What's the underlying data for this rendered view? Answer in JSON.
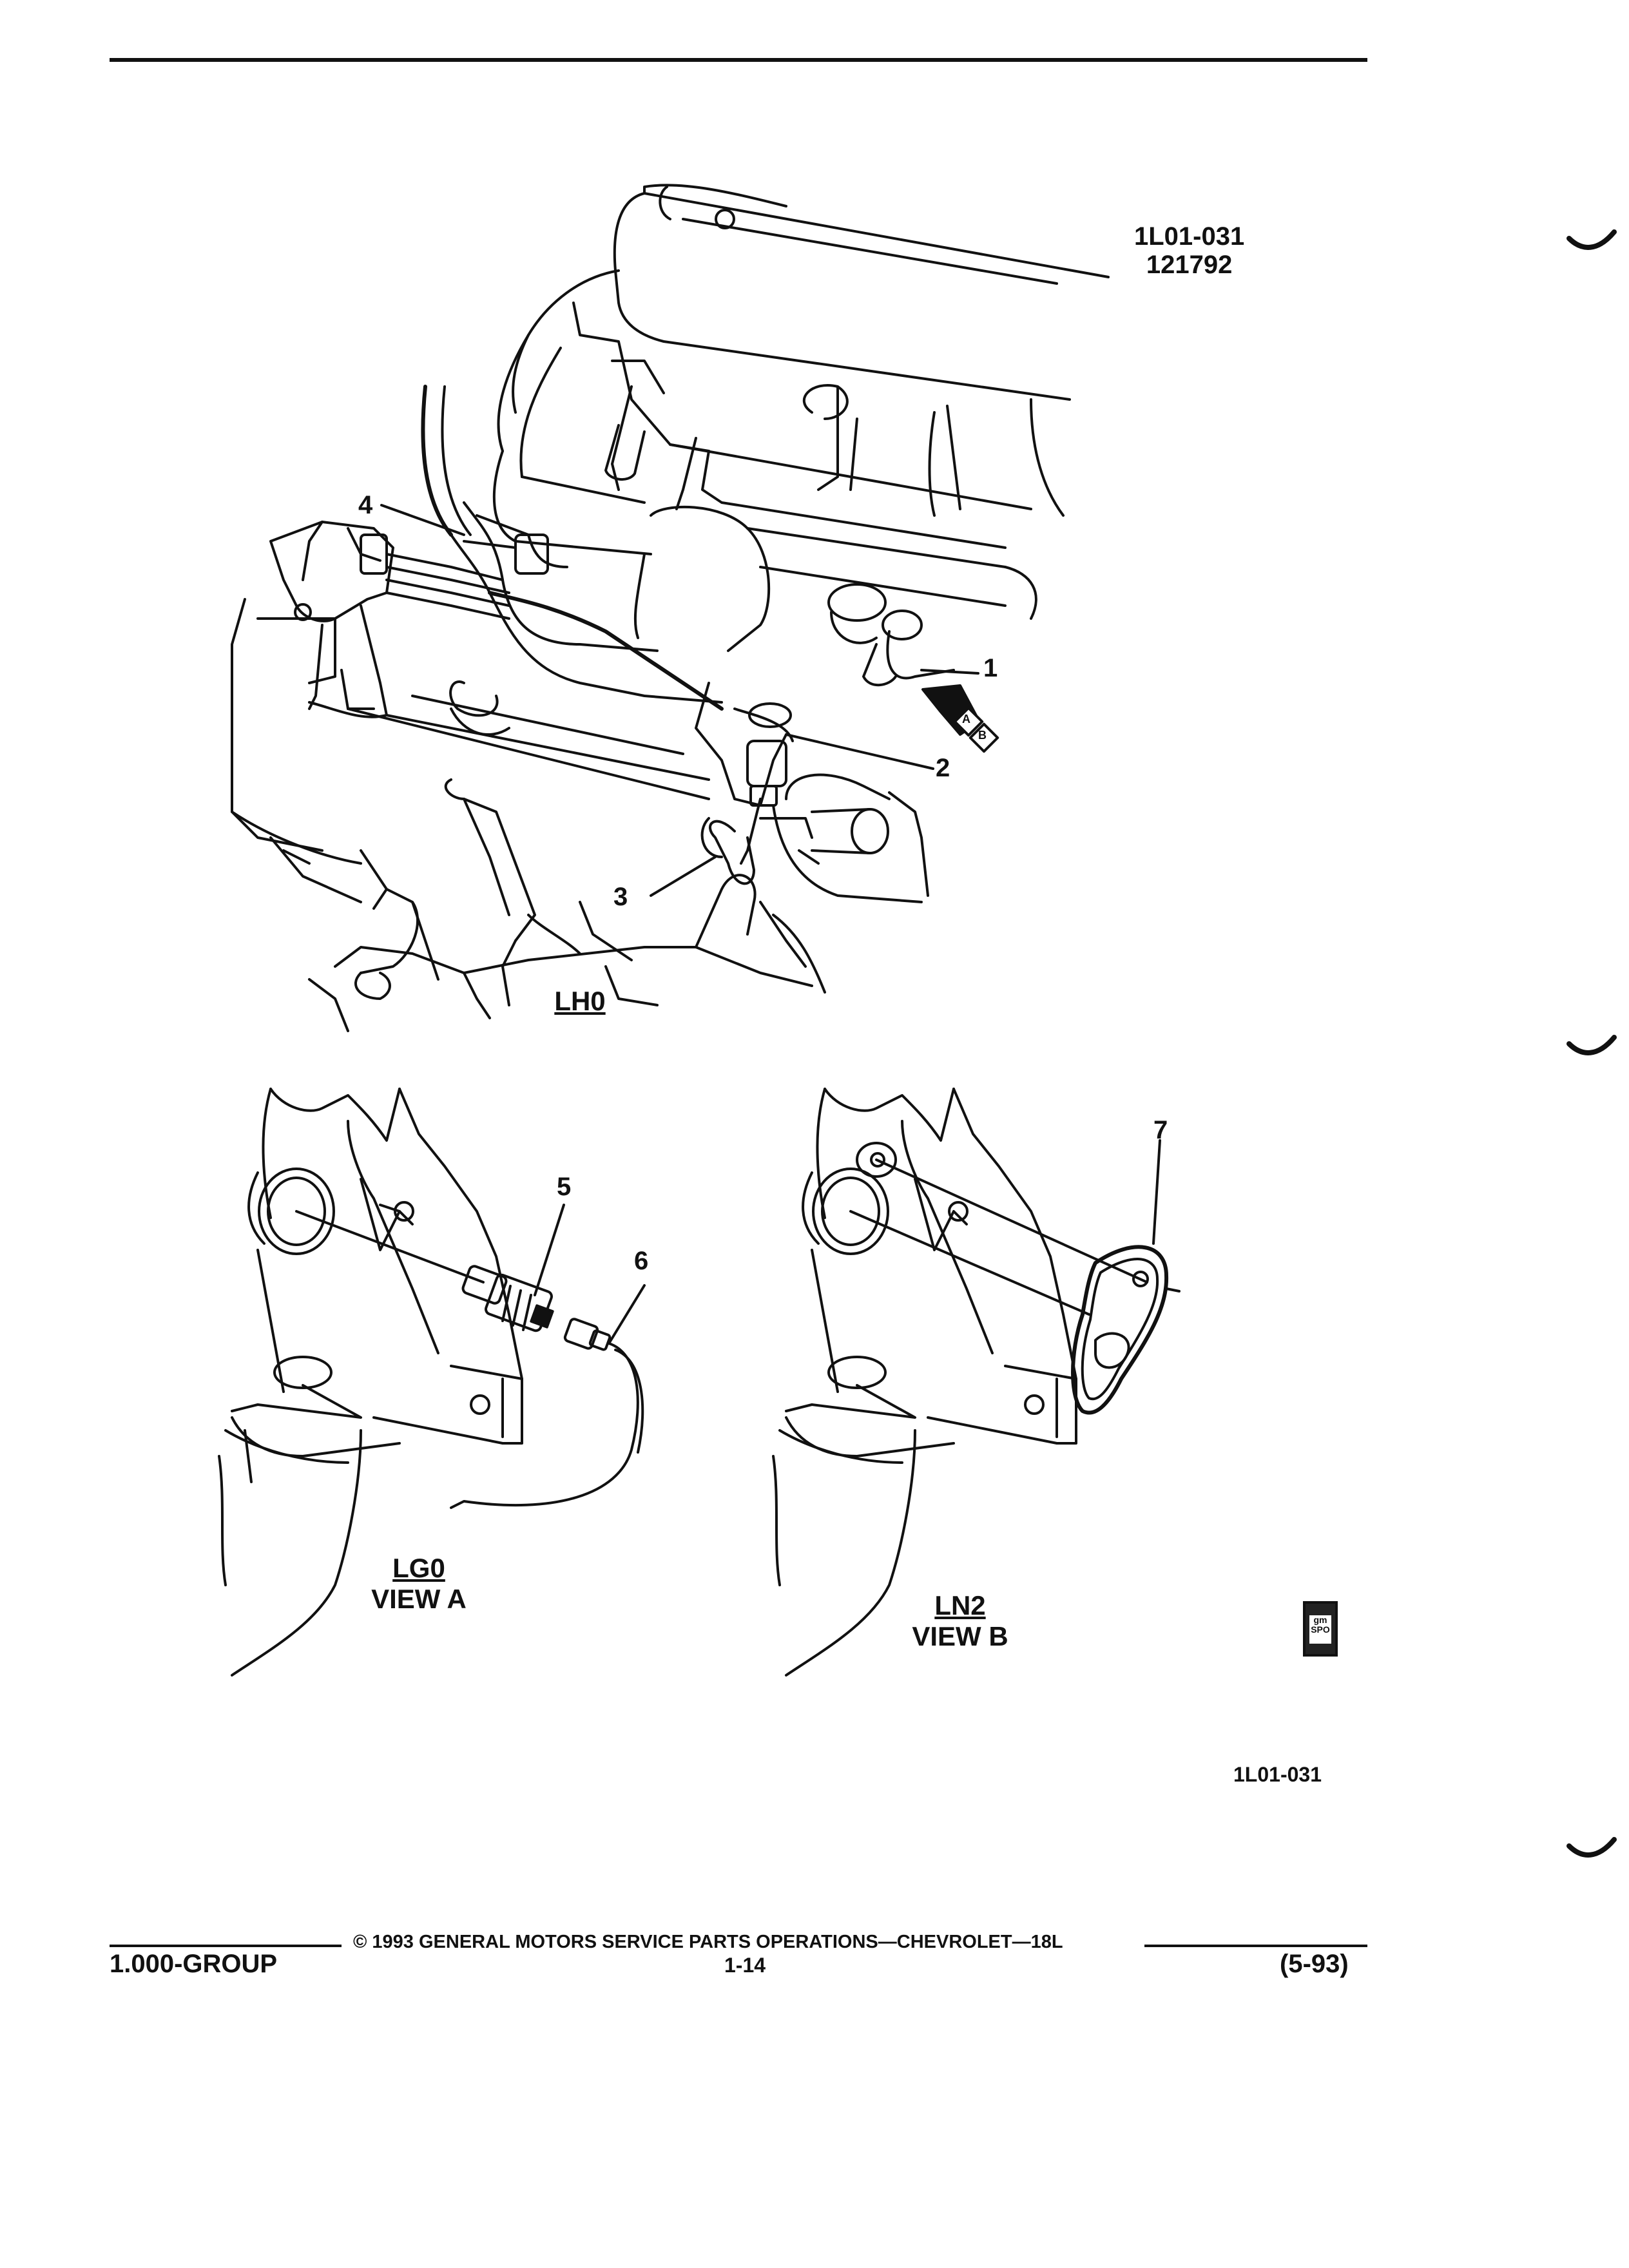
{
  "figure": {
    "code_line1": "1L01-031",
    "code_line2": "121792",
    "bottom_code": "1L01-031"
  },
  "callouts": [
    "1",
    "2",
    "3",
    "4",
    "5",
    "6",
    "7"
  ],
  "views": {
    "main_label": "LH0",
    "view_a_label": "LG0",
    "view_a_caption": "VIEW A",
    "view_b_label": "LN2",
    "view_b_caption": "VIEW B",
    "arrow_letters": [
      "A",
      "B"
    ]
  },
  "badge": {
    "text": "gm SPO"
  },
  "footer": {
    "copyright": "© 1993 GENERAL MOTORS SERVICE PARTS OPERATIONS—CHEVROLET—18L",
    "group": "1.000-GROUP",
    "page": "1-14",
    "date": "(5-93)"
  }
}
